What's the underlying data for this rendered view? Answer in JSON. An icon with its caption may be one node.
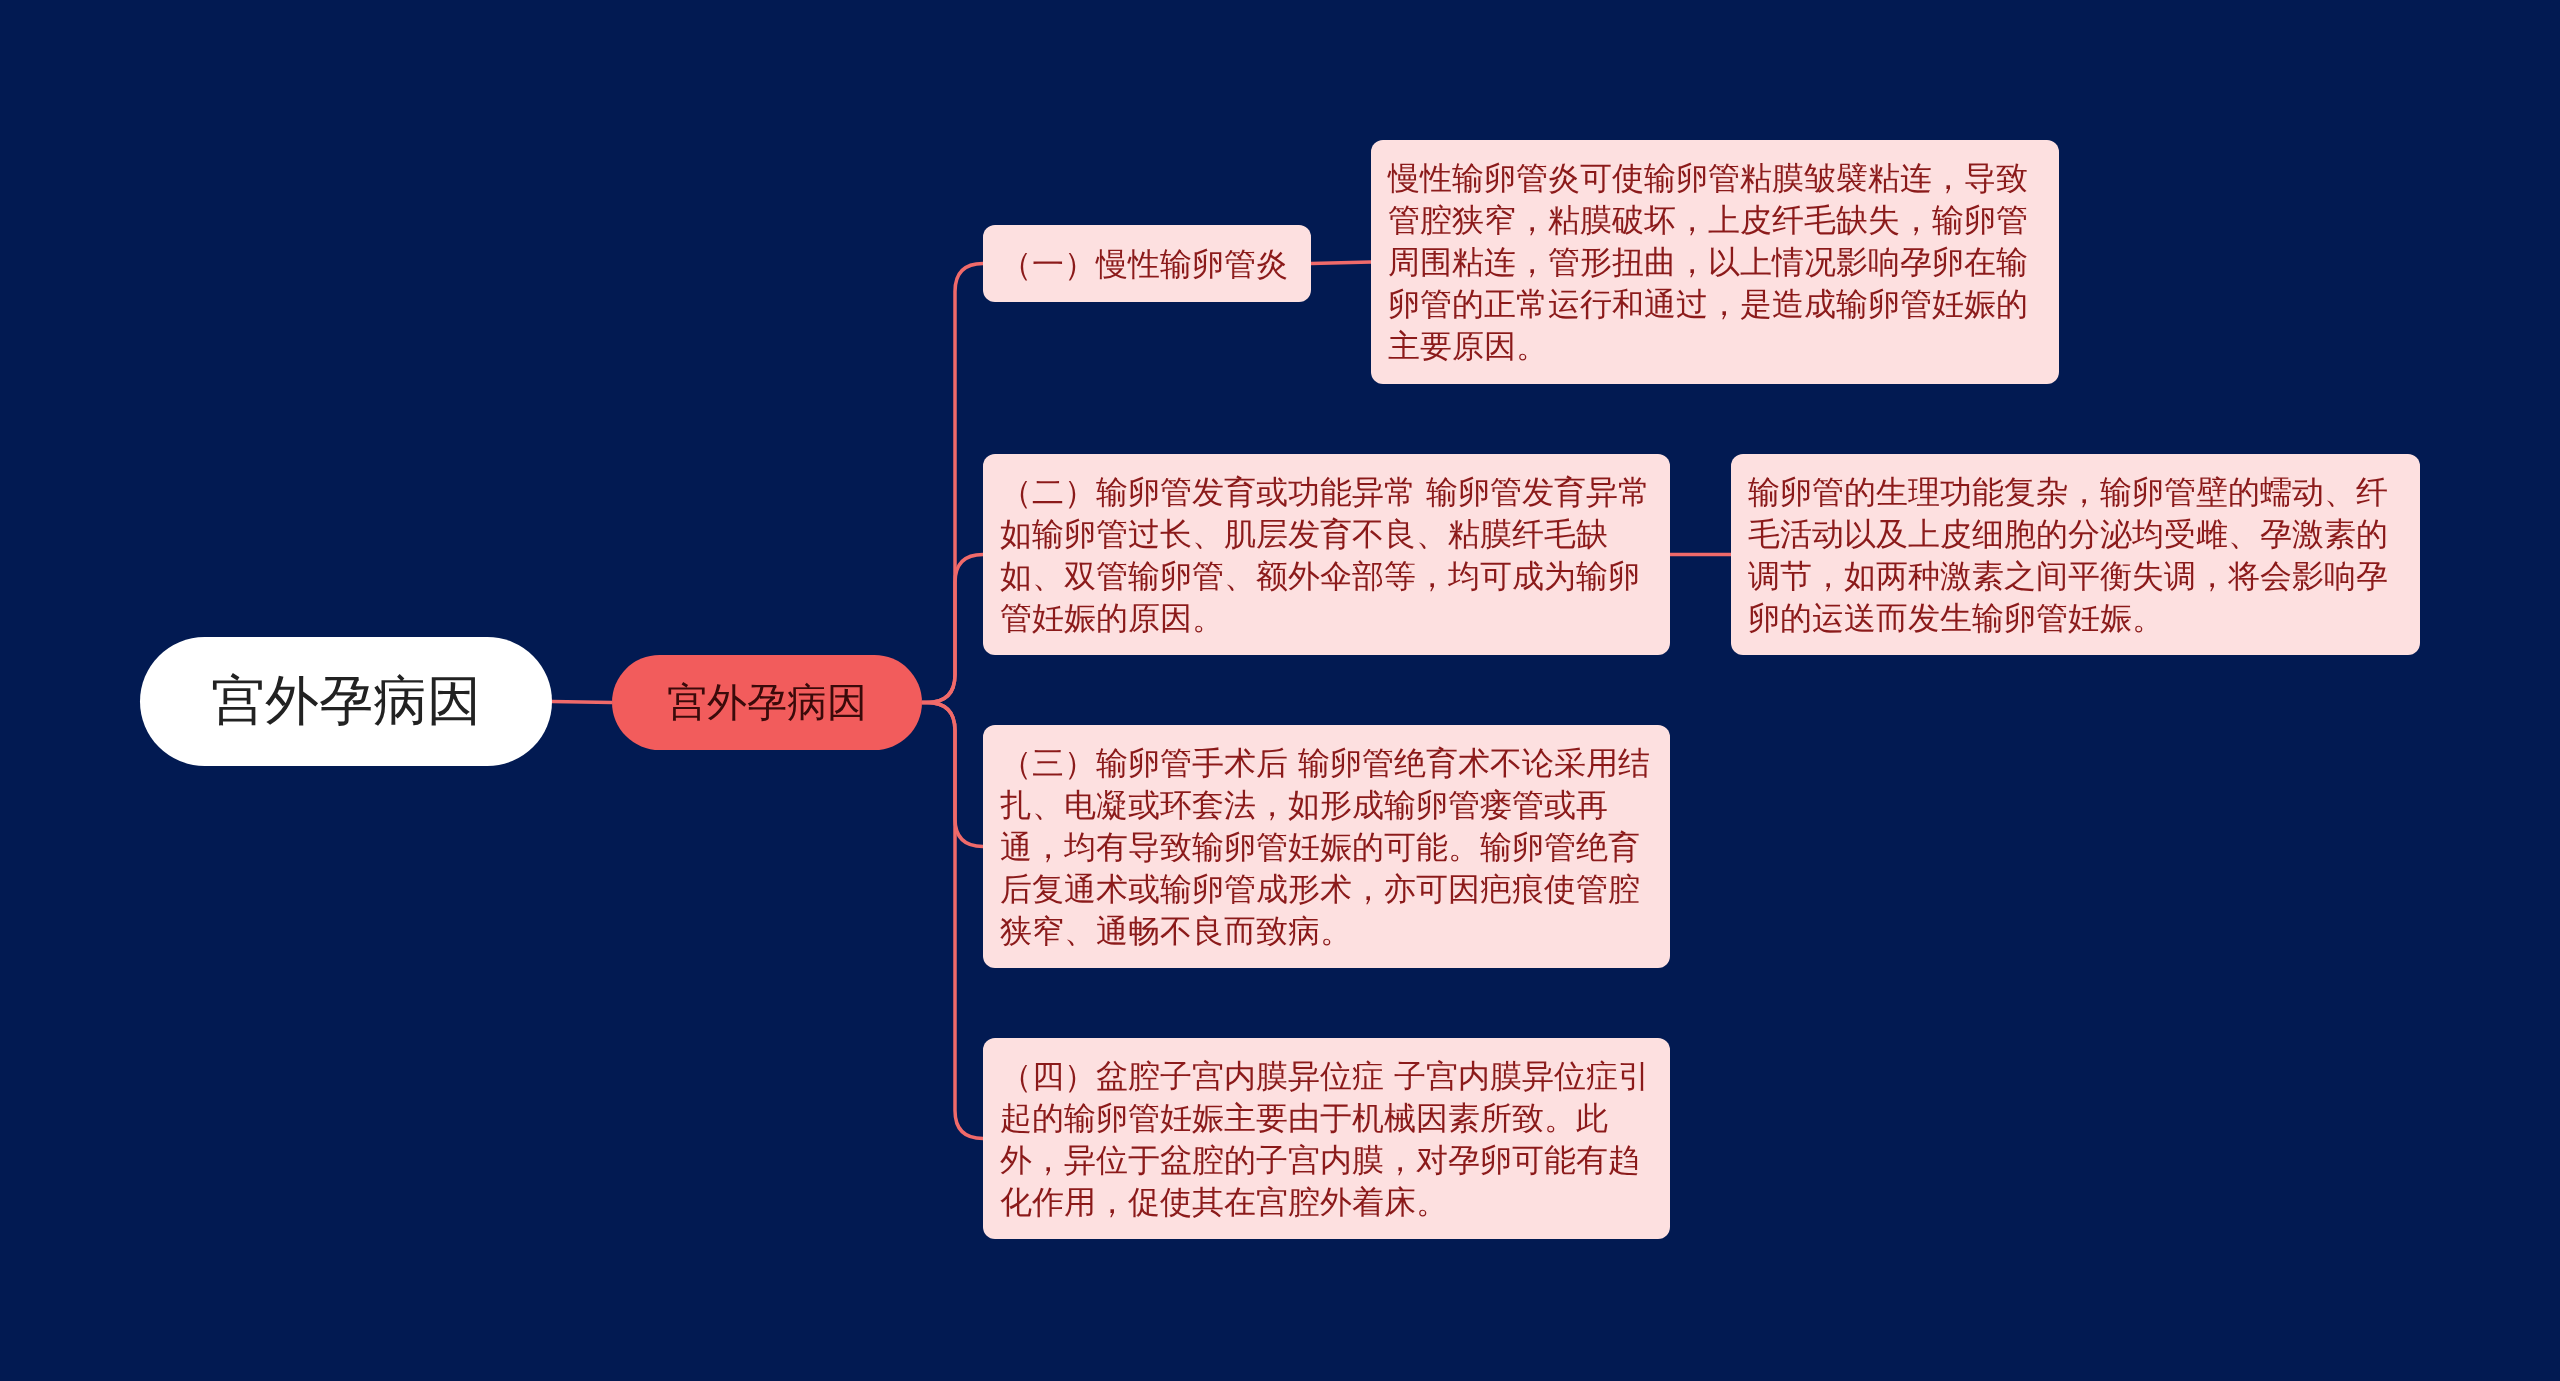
{
  "diagram": {
    "nodes": [
      {
        "text": [
          "宫外孕病因"
        ]
      },
      {
        "text": [
          "宫外孕病因"
        ]
      },
      {
        "text": [
          "（一）慢性输卵管炎"
        ]
      },
      {
        "text": [
          "慢性输卵管炎可使输卵管粘膜皱襞粘连，导致管腔狭窄，粘膜破坏，上皮纤毛缺失，输卵管周围粘连，管形扭曲，以上情况影响孕卵在输卵管的正常运行和通过，是造成输卵管妊娠的主要原因。"
        ]
      },
      {
        "text": [
          "（二）输卵管发育或功能异常 输卵管发育异常如输卵管过长、肌层发育不良、粘膜纤毛缺如、双管输卵管、额外伞部等，均可成为输卵管妊娠的原因。"
        ]
      },
      {
        "text": [
          "输卵管的生理功能复杂，输卵管壁的蠕动、纤毛活动以及上皮细胞的分泌均受雌、孕激素的调节，如两种激素之间平衡失调，将会影响孕卵的运送而发生输卵管妊娠。"
        ]
      },
      {
        "text": [
          "（三）输卵管手术后 输卵管绝育术不论采用结扎、电凝或环套法，如形成输卵管瘘管或再通，均有导致输卵管妊娠的可能。输卵管绝育后复通术或输卵管成形术，亦可因疤痕使管腔狭窄、通畅不良而致病。"
        ]
      },
      {
        "text": [
          "（四）盆腔子宫内膜异位症 子宫内膜异位症引起的输卵管妊娠主要由于机械因素所致。此外，异位于盆腔的子宫内膜，对孕卵可能有趋化作用，促使其在宫腔外着床。"
        ]
      }
    ],
    "edges": [
      {
        "from": 0,
        "to": 1,
        "arrow": "none"
      },
      {
        "from": 1,
        "to": 2,
        "arrow": "none"
      },
      {
        "from": 1,
        "to": 4,
        "arrow": "none"
      },
      {
        "from": 1,
        "to": 6,
        "arrow": "none"
      },
      {
        "from": 1,
        "to": 7,
        "arrow": "none"
      },
      {
        "from": 2,
        "to": 3,
        "arrow": "none"
      },
      {
        "from": 4,
        "to": 5,
        "arrow": "none"
      }
    ]
  }
}
